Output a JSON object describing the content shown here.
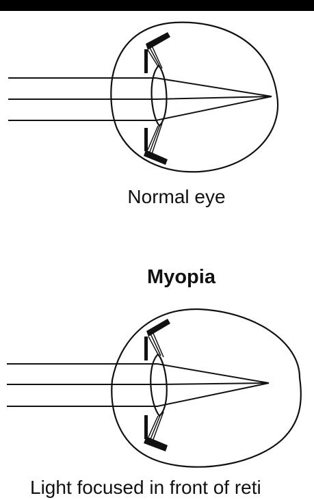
{
  "diagram": {
    "normal_label": "Normal eye",
    "myopia_title": "Myopia",
    "myopia_label": "Light focused in front of reti"
  },
  "colors": {
    "ink": "#111111",
    "background": "#ffffff"
  }
}
